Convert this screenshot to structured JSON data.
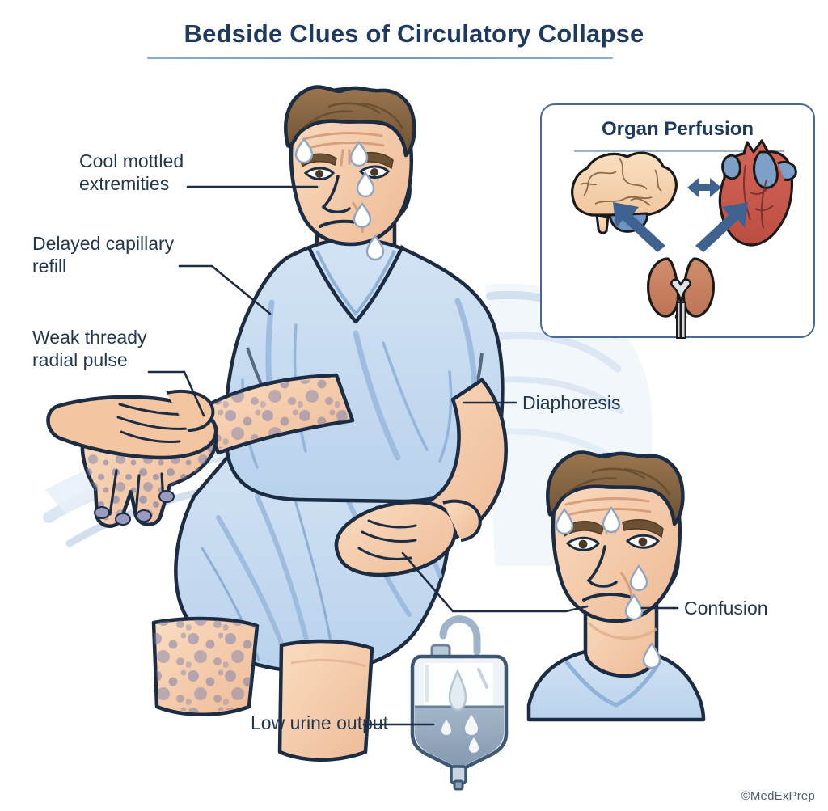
{
  "page": {
    "title": "Bedside Clues of Circulatory Collapse",
    "copyright": "©MedExPrep",
    "background_color": "#ffffff",
    "accent_color": "#1f3a5f",
    "rule_color": "#7d9cc0",
    "leader_line_color": "#1c2c42"
  },
  "labels": {
    "cool_mottled": "Cool mottled\nextremities",
    "delayed_refill": "Delayed capillary\nrefill",
    "weak_pulse": "Weak thready\nradial pulse",
    "diaphoresis": "Diaphoresis",
    "confusion": "Confusion",
    "low_urine": "Low urine output"
  },
  "inset_panel": {
    "title": "Organ Perfusion",
    "border_color": "#44699a",
    "organs": [
      {
        "name": "brain",
        "fill": "#f6d4b2",
        "accent_fill": "#6f93c2",
        "accent_name": "cerebellum"
      },
      {
        "name": "heart",
        "fill": "#c9584c",
        "accent_fill": "#7d9fc8",
        "accent_name": "great-vessels"
      },
      {
        "name": "kidneys",
        "fill": "#c7805f",
        "accent_fill": "#d3d6da",
        "accent_name": "ureters"
      }
    ],
    "arrows": [
      {
        "from": "brain",
        "to": "heart",
        "style": "double",
        "color": "#3f6290"
      },
      {
        "from": "kidneys",
        "to": "brain",
        "style": "single",
        "color": "#3f6290"
      },
      {
        "from": "kidneys",
        "to": "heart",
        "style": "single",
        "color": "#3f6290"
      }
    ]
  },
  "illustration": {
    "patient": {
      "pose": "seated on hospital bed",
      "gown_color": "#c3d8ef",
      "gown_shadow": "#a5c1e0",
      "skin_color": "#f6cfae",
      "skin_shadow": "#e8b894",
      "hair_color": "#8a6a45",
      "hair_shadow": "#6d5134",
      "outline_color": "#1c2c42",
      "sweat_color": "#ffffff",
      "sweat_outline": "#8fa6c2",
      "mottling_color": "#7b7fae",
      "expression": "distressed"
    },
    "examiner_hand": {
      "name": "clinician-hand-palpating-radial-pulse",
      "skin_color": "#f3c5a0"
    },
    "bed": {
      "sheet_color": "#ffffff",
      "sheet_shadow": "#d9e4f0"
    },
    "urine_bag": {
      "name": "urine-drainage-bag",
      "bag_outline": "#3e5772",
      "bag_fill": "#eef3f8",
      "fluid_color": "#8fa3b8",
      "fill_level_percent": 40
    },
    "inset_head": {
      "name": "close-up-confused-face",
      "expression": "confused, diaphoretic"
    }
  }
}
